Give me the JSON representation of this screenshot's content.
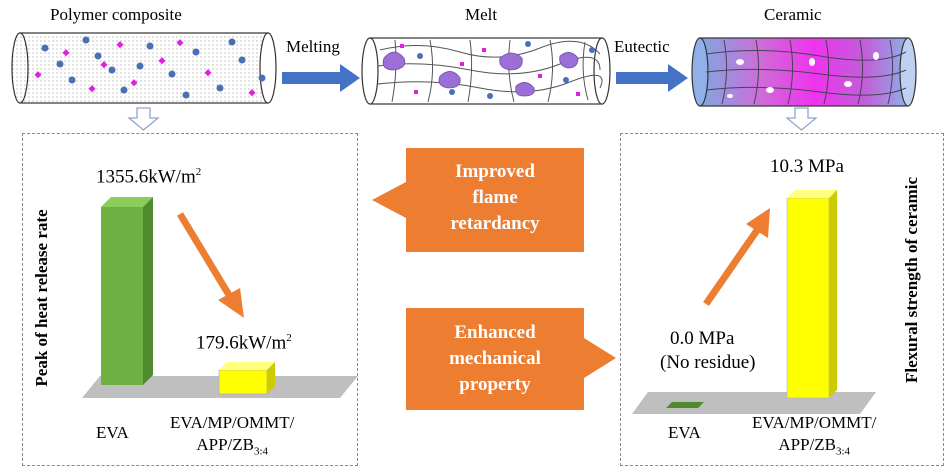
{
  "process": {
    "stage1": "Polymer composite",
    "stage2": "Melt",
    "stage3": "Ceramic",
    "arrow1": "Melting",
    "arrow2": "Eutectic"
  },
  "left_chart": {
    "ylabel": "Peak of heat release rate",
    "unit_suffix": "kW/m",
    "unit_sup": "2",
    "bars": [
      {
        "category": "EVA",
        "value": 1355.6,
        "value_label": "1355.6"
      },
      {
        "category_line1": "EVA/MP/OMMT/",
        "category_line2": "APP/ZB",
        "category_sub": "3:4",
        "value": 179.6,
        "value_label": "179.6"
      }
    ]
  },
  "right_chart": {
    "ylabel": "Flexural strength of ceramic",
    "bars": [
      {
        "category": "EVA",
        "value": 0.0,
        "value_label": "0.0 MPa",
        "note": "(No residue)"
      },
      {
        "category_line1": "EVA/MP/OMMT/",
        "category_line2": "APP/ZB",
        "category_sub": "3:4",
        "value": 10.3,
        "value_label": "10.3 MPa"
      }
    ]
  },
  "callouts": {
    "top": [
      "Improved",
      "flame",
      "retardancy"
    ],
    "bottom": [
      "Enhanced",
      "mechanical",
      "property"
    ]
  },
  "colors": {
    "green": "#6fb043",
    "yellow": "#ffff00",
    "orange": "#ed7d31",
    "blue_arrow": "#4472c4",
    "gray_floor": "#bfbfbf"
  },
  "chart_data": [
    {
      "type": "bar",
      "ylabel": "Peak of heat release rate",
      "categories": [
        "EVA",
        "EVA/MP/OMMT/APP/ZB3:4"
      ],
      "values": [
        1355.6,
        179.6
      ],
      "unit": "kW/m2"
    },
    {
      "type": "bar",
      "ylabel": "Flexural strength of ceramic",
      "categories": [
        "EVA",
        "EVA/MP/OMMT/APP/ZB3:4"
      ],
      "values": [
        0.0,
        10.3
      ],
      "unit": "MPa"
    }
  ]
}
